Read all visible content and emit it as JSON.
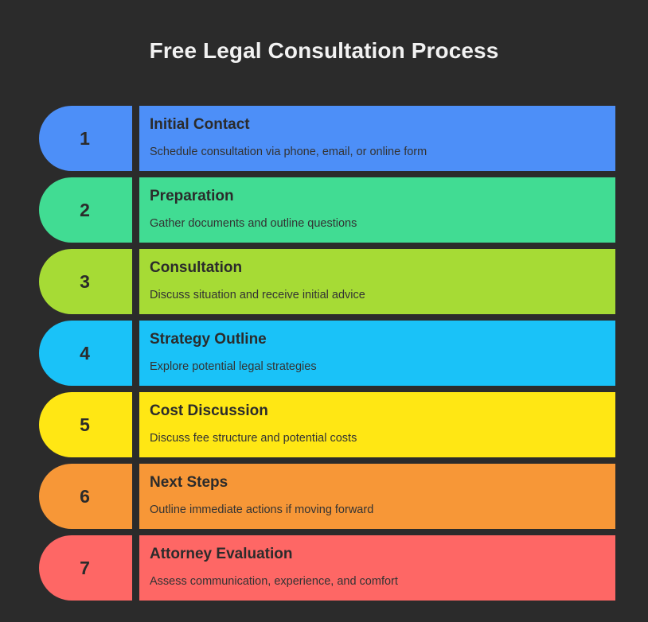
{
  "title": "Free Legal Consultation Process",
  "steps": [
    {
      "number": "1",
      "title": "Initial Contact",
      "description": "Schedule consultation via phone, email, or online form",
      "color": "#4d8ff8"
    },
    {
      "number": "2",
      "title": "Preparation",
      "description": "Gather documents and outline questions",
      "color": "#41dc93"
    },
    {
      "number": "3",
      "title": "Consultation",
      "description": "Discuss situation and receive initial advice",
      "color": "#a6db35"
    },
    {
      "number": "4",
      "title": "Strategy Outline",
      "description": "Explore potential legal strategies",
      "color": "#1ac2f8"
    },
    {
      "number": "5",
      "title": "Cost Discussion",
      "description": "Discuss fee structure and potential costs",
      "color": "#ffe714"
    },
    {
      "number": "6",
      "title": "Next Steps",
      "description": "Outline immediate actions if moving forward",
      "color": "#f79737"
    },
    {
      "number": "7",
      "title": "Attorney Evaluation",
      "description": "Assess communication, experience, and comfort",
      "color": "#fe6765"
    }
  ]
}
